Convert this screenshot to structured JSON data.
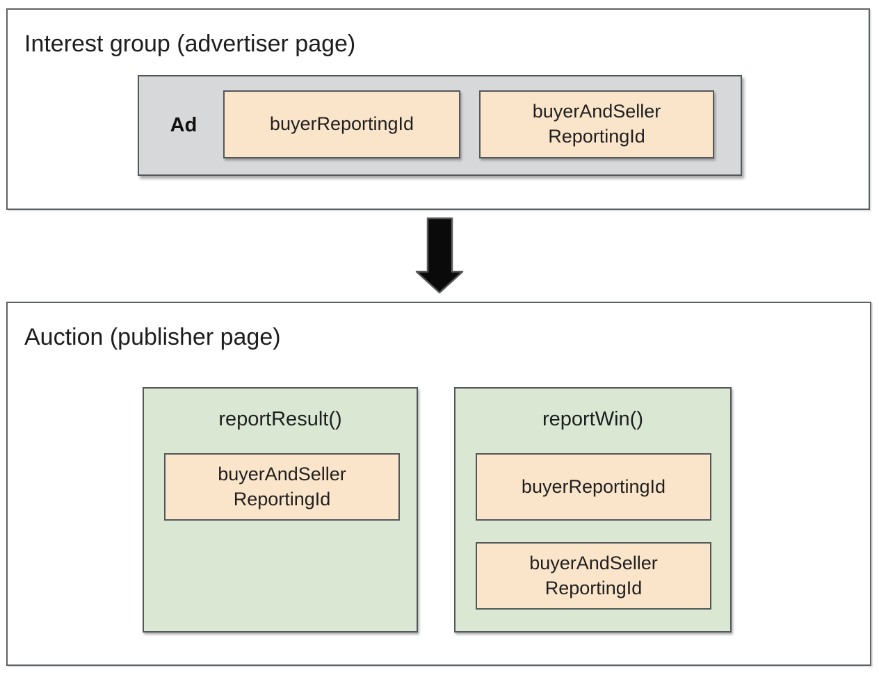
{
  "diagram": {
    "interest_group": {
      "title": "Interest group (advertiser page)",
      "ad": {
        "label": "Ad",
        "fields": [
          "buyerReportingId",
          "buyerAndSeller\nReportingId"
        ]
      }
    },
    "arrow": {
      "icon": "down-arrow"
    },
    "auction": {
      "title": "Auction (publisher page)",
      "functions": [
        {
          "name": "reportResult()",
          "fields": [
            "buyerAndSeller\nReportingId"
          ]
        },
        {
          "name": "reportWin()",
          "fields": [
            "buyerReportingId",
            "buyerAndSeller\nReportingId"
          ]
        }
      ]
    },
    "colors": {
      "ad_fill": "#d7d8d9",
      "field_fill": "#fae5cb",
      "function_fill": "#d9e7d3",
      "box_border": "#54575a",
      "panel_border": "#5e6164",
      "text": "#1f1f1f",
      "arrow_fill": "#0a0a0a",
      "arrow_outline": "#58595b"
    }
  }
}
